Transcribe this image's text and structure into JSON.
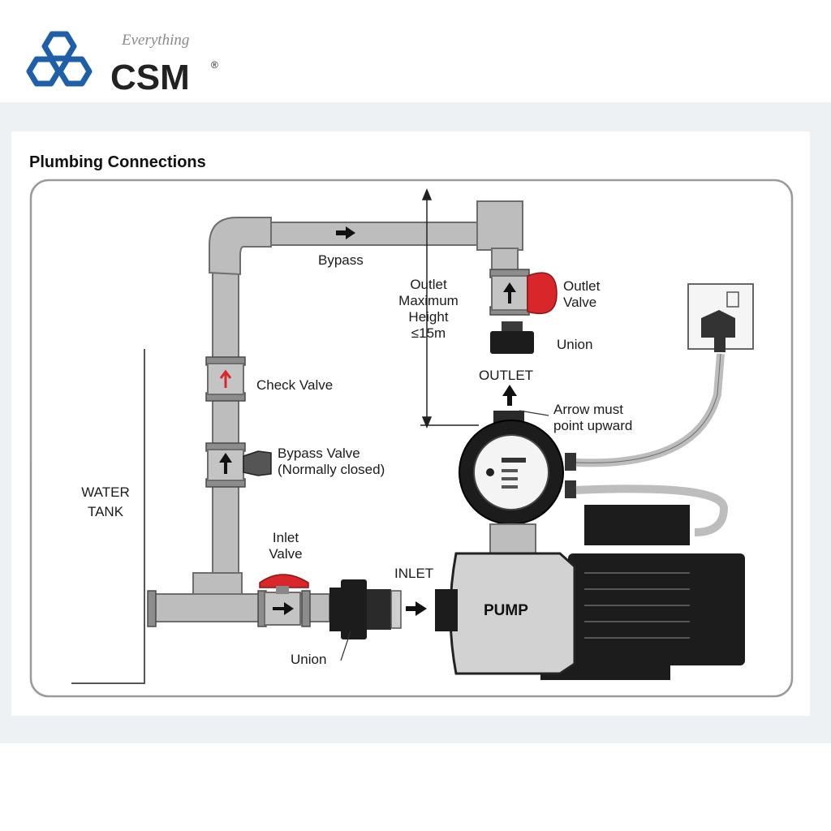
{
  "brand": {
    "tagline": "Everything",
    "name": "CSM",
    "mark": "®",
    "color": "#1f5fa8"
  },
  "title": "Plumbing Connections",
  "labels": {
    "bypass": "Bypass",
    "outlet_height": [
      "Outlet",
      "Maximum",
      "Height",
      "≤15m"
    ],
    "outlet_valve": [
      "Outlet",
      "Valve"
    ],
    "union_top": "Union",
    "outlet": "OUTLET",
    "arrow_note": [
      "Arrow must",
      "point upward"
    ],
    "check_valve": "Check Valve",
    "bypass_valve": [
      "Bypass Valve",
      "(Normally closed)"
    ],
    "water_tank": [
      "WATER",
      "TANK"
    ],
    "inlet_valve": [
      "Inlet",
      "Valve"
    ],
    "inlet": "INLET",
    "pump": "PUMP",
    "union_bottom": "Union"
  },
  "colors": {
    "pipe": "#bdbdbd",
    "pipe_stroke": "#6e6e6e",
    "valve_handle": "#d8262a",
    "dark": "#1c1c1c"
  }
}
